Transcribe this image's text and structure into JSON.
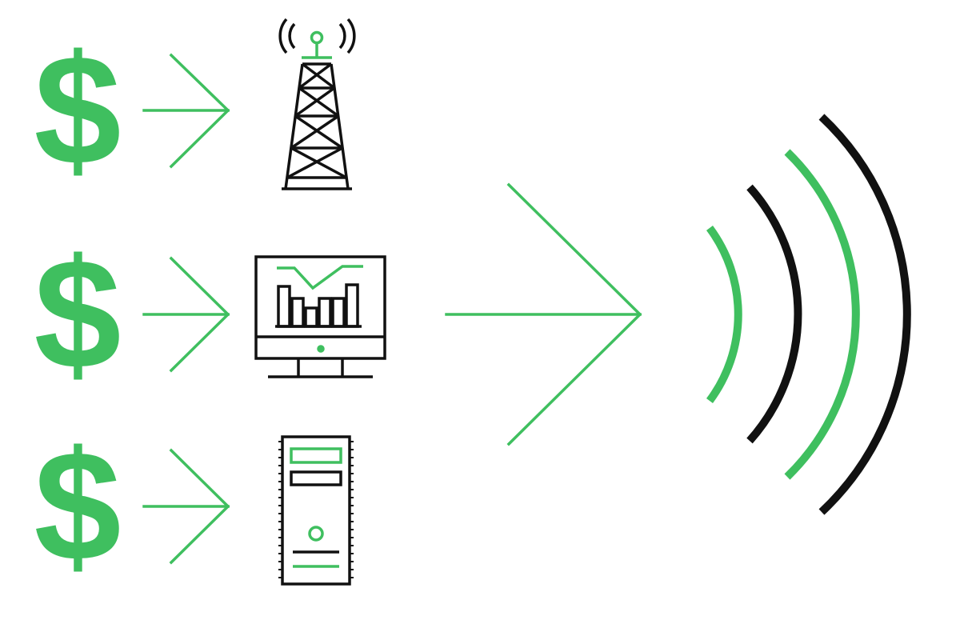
{
  "colors": {
    "accent": "#3fbf5f",
    "ink": "#111111",
    "background": "#ffffff"
  },
  "rows": [
    {
      "symbol": "$",
      "arrow": "small-arrow-icon",
      "icon": "cell-tower-icon"
    },
    {
      "symbol": "$",
      "arrow": "small-arrow-icon",
      "icon": "monitor-chart-icon"
    },
    {
      "symbol": "$",
      "arrow": "small-arrow-icon",
      "icon": "server-tower-icon"
    }
  ],
  "center_arrow": "large-arrow-icon",
  "signal": {
    "icon": "signal-waves-icon",
    "waves": [
      "accent",
      "ink",
      "accent",
      "ink"
    ]
  }
}
